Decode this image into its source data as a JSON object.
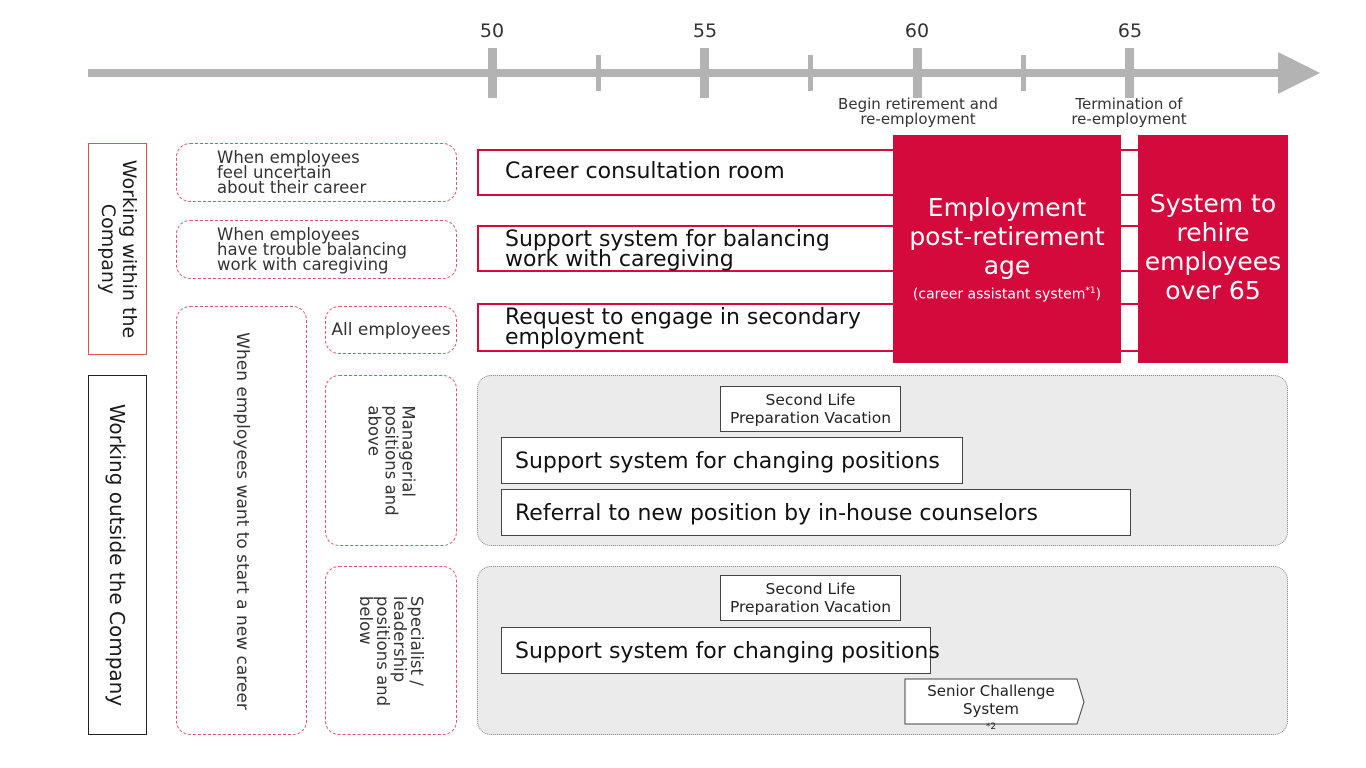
{
  "timeline": {
    "ticks": [
      "50",
      "55",
      "60",
      "65"
    ],
    "milestones": [
      {
        "line1": "Begin retirement and",
        "line2": "re-employment"
      },
      {
        "line1": "Termination of",
        "line2": "re-employment"
      }
    ]
  },
  "sections": {
    "inside": "Working within the Company",
    "outside": "Working outside the Company"
  },
  "conditions": {
    "uncertain": [
      "When employees",
      "feel uncertain",
      "about their career"
    ],
    "caregiving": [
      "When employees",
      "have trouble balancing",
      "work with caregiving"
    ],
    "new_career": "When employees want to start a new career",
    "all_employees": "All employees",
    "managerial": [
      "Managerial",
      "positions and",
      "above"
    ],
    "specialist": [
      "Specialist /",
      "leadership",
      "positions and",
      "below"
    ]
  },
  "programs": {
    "consultation": [
      "Career consultation room"
    ],
    "caregiving_support": [
      "Support system for balancing",
      "work with caregiving"
    ],
    "secondary": [
      "Request to engage in secondary",
      "employment"
    ]
  },
  "red_boxes": {
    "post_retirement": {
      "lines": [
        "Employment",
        "post-retirement",
        "age"
      ],
      "note": "(career assistant system",
      "note_sup": "*1",
      "note_close": ")"
    },
    "rehire": [
      "System to",
      "rehire",
      "employees",
      "over 65"
    ]
  },
  "managerial_panel": {
    "vacation": [
      "Second Life",
      "Preparation Vacation"
    ],
    "changing": "Support system for changing positions",
    "referral": "Referral to new position by in-house counselors"
  },
  "specialist_panel": {
    "vacation": [
      "Second Life",
      "Preparation Vacation"
    ],
    "changing": "Support system for changing positions",
    "challenge": [
      "Senior Challenge",
      "System"
    ],
    "challenge_sup": "*2"
  },
  "colors": {
    "accent_red": "#d50a3c",
    "timeline_gray": "#b3b3b3",
    "panel_gray": "#ebebeb"
  }
}
